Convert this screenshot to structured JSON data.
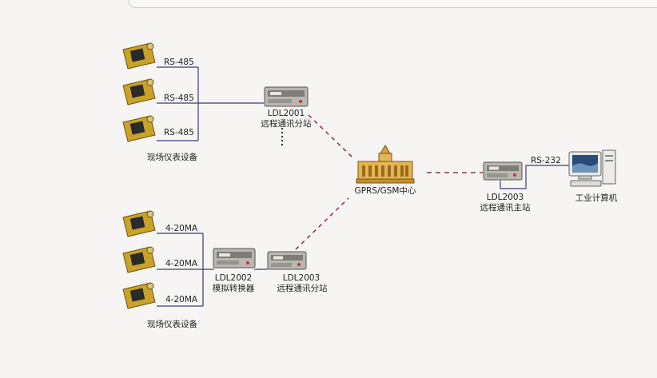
{
  "diagram": {
    "top_field_label": "现场仪表设备",
    "bottom_field_label": "现场仪表设备",
    "rs485_links": [
      "RS-485",
      "RS-485",
      "RS-485"
    ],
    "ma_links": [
      "4-20MA",
      "4-20MA",
      "4-20MA"
    ],
    "substation_top": {
      "model": "LDL2001",
      "name": "远程通讯分站"
    },
    "converter": {
      "model": "LDL2002",
      "name": "模拟转换器"
    },
    "substation_bottom": {
      "model": "LDL2003",
      "name": "远程通讯分站"
    },
    "center": {
      "name": "GPRS/GSM中心"
    },
    "main_station": {
      "model": "LDL2003",
      "name": "远程通讯主站"
    },
    "rs232_link": "RS-232",
    "computer": {
      "name": "工业计算机"
    },
    "colors": {
      "link_solid": "#3a3a7a",
      "link_dashed": "#8a3a3a",
      "board": "#c9a227",
      "box": "#b9b7b0"
    }
  }
}
